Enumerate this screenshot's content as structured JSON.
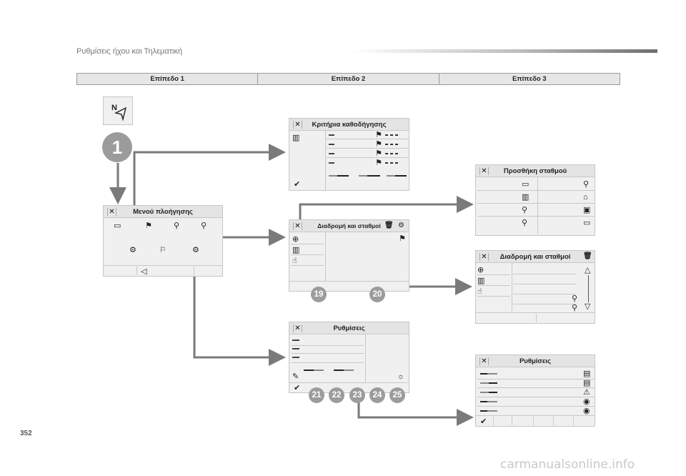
{
  "header": {
    "title": "Ρυθμίσεις ήχου και Τηλεματική"
  },
  "levels": [
    "Επίπεδο 1",
    "Επίπεδο 2",
    "Επίπεδο 3"
  ],
  "step_badge": "1",
  "icons": {
    "nav": "navigation-icon",
    "close": "✕",
    "check": "✔"
  },
  "panels": {
    "menu": {
      "title": "Μενού πλοήγησης"
    },
    "criteria": {
      "title": "Κριτήρια καθοδήγησης"
    },
    "route_l2": {
      "title": "Διαδρομή και σταθμοί"
    },
    "settings_l2": {
      "title": "Ρυθμίσεις"
    },
    "add_stop": {
      "title": "Προσθήκη σταθμού"
    },
    "route_l3": {
      "title": "Διαδρομή και σταθμοί"
    },
    "settings_l3": {
      "title": "Ρυθμίσεις"
    }
  },
  "callouts": [
    "19",
    "20",
    "21",
    "22",
    "23",
    "24",
    "25"
  ],
  "page_number": "352",
  "watermark": "carmanualsonline.info"
}
